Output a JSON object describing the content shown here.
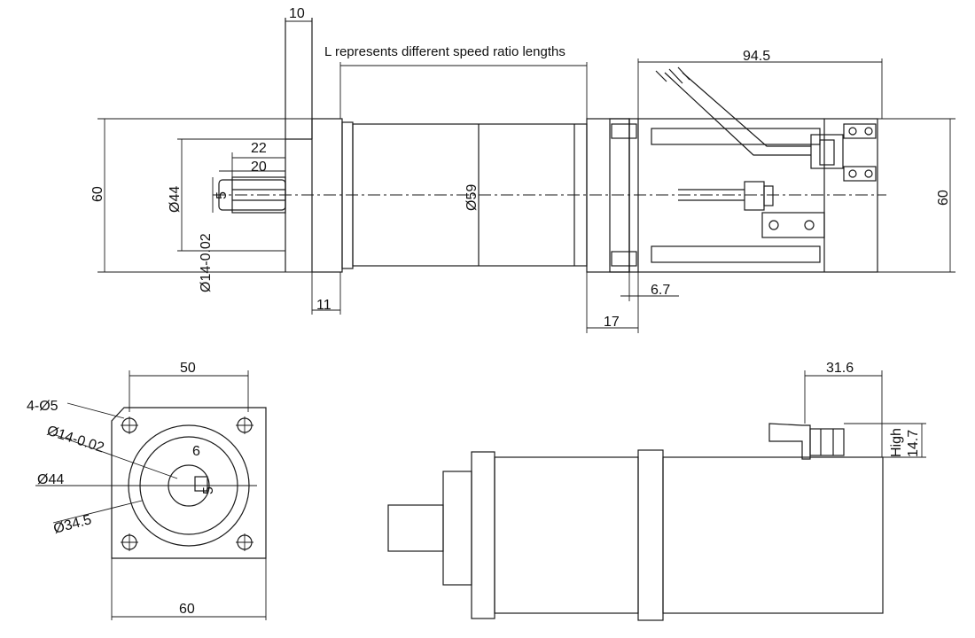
{
  "note": "L represents different speed ratio lengths",
  "dims": {
    "flange_thickness": "10",
    "key_length": "22",
    "key_width": "20",
    "total_height_left": "60",
    "flange_pilot_dia": "Ø44",
    "shaft_dia": "Ø14-0.02",
    "key_height": "5",
    "body_dia": "Ø59",
    "rear_length": "94.5",
    "total_height_right": "60",
    "flange_gap": "11",
    "rear_cover": "6.7",
    "motor_gap": "17",
    "bolt_spacing": "50",
    "bolt_holes": "4-Ø5",
    "front_shaft_dia": "Ø14-0.02",
    "front_pilot_dia": "Ø44",
    "front_key_w": "6",
    "front_key_h": "5",
    "bolt_circle_dia": "Ø34.5",
    "front_width": "60",
    "connector_length": "31.6",
    "connector_high_label": "High",
    "connector_height": "14.7"
  }
}
